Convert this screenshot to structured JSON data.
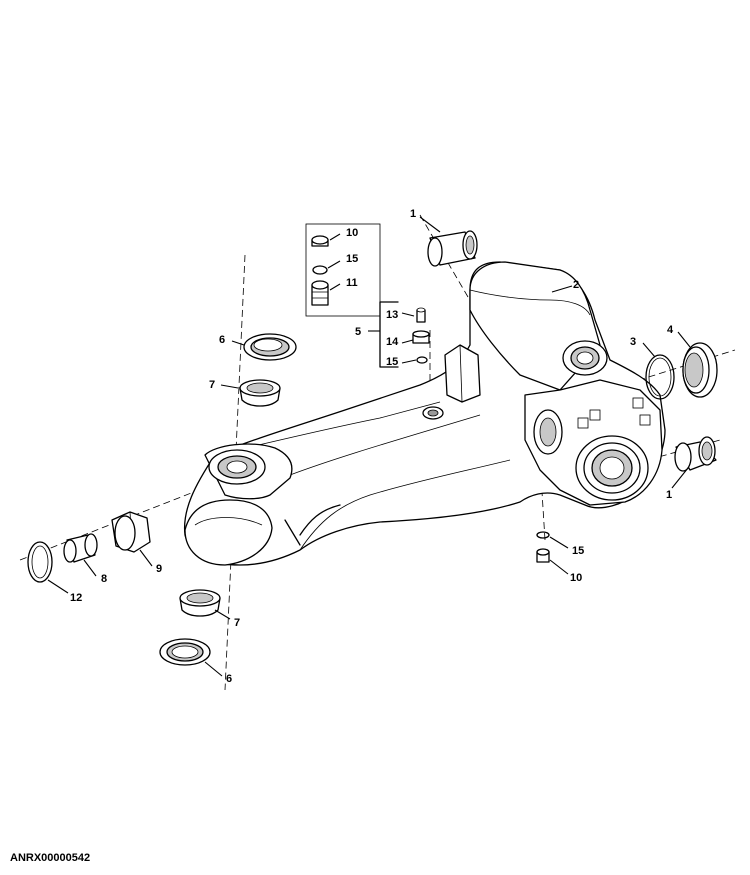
{
  "figure_id": "ANRX00000542",
  "callouts": {
    "c1_top": "1",
    "c1_right": "1",
    "c2": "2",
    "c3": "3",
    "c4": "4",
    "c5": "5",
    "c6_top": "6",
    "c6_bottom": "6",
    "c7_top": "7",
    "c7_bottom": "7",
    "c8": "8",
    "c9": "9",
    "c10_inset": "10",
    "c10_bottom": "10",
    "c11": "11",
    "c12": "12",
    "c13": "13",
    "c14": "14",
    "c15_inset": "15",
    "c15_group": "15",
    "c15_bottom": "15"
  },
  "colors": {
    "line": "#000000",
    "background": "#ffffff"
  }
}
